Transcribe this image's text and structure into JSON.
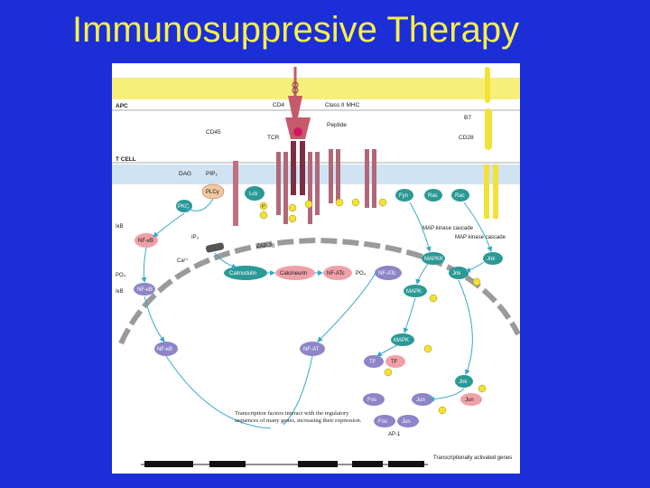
{
  "slide": {
    "title": "Immunosuppresive Therapy"
  },
  "colors": {
    "background": "#1b2ed8",
    "title": "#f6f04a",
    "apc_band": "#f6f07a",
    "membrane_band": "#cfe3f2",
    "teal": "#2a9a96",
    "purple": "#8d85c7",
    "pink": "#f0a0a8",
    "yellow": "#f2e238",
    "receptor": "#c45a6a",
    "arrow": "#39a8c8"
  },
  "diagram": {
    "region_labels": {
      "apc": "APC",
      "tcell": "T CELL"
    },
    "surface_labels": {
      "cd4": "CD4",
      "mhc": "Class II MHC",
      "peptide": "Peptide",
      "cd45": "CD45",
      "tcr": "TCR",
      "b7": "B7",
      "cd28": "CD28",
      "dag": "DAG",
      "pip2": "PIP₂"
    },
    "nodes": {
      "plcy": "PLCγ",
      "lck": "Lck",
      "pkc": "PKC",
      "nfkb_complex": "NF-κB",
      "ikb": "IκB",
      "ikb_po4": "IκB",
      "nfkb_free": "NF-κB",
      "calmodulin": "Calmodulin",
      "calcineurin": "Calcineurin",
      "nfatc": "NF-ATc",
      "nfatc_p": "NF-ATc",
      "pyr": "Fyn",
      "ras": "Ras",
      "rac": "Rac",
      "mapkk": "MAPKK",
      "jnk_k": "Jnk",
      "jnk": "Jnk",
      "mapk": "MAPK",
      "mapk2": "MAPK",
      "nfkb_nuc": "NF-κB",
      "nfat_nuc": "NF-AT",
      "tf1": "TF",
      "tf2": "TF",
      "jnk_nuc": "Jnk",
      "fos1": "Fos",
      "jun1": "Jun",
      "jun2": "Jun",
      "fos2": "Fos",
      "jun3": "Jun"
    },
    "text_labels": {
      "ip3": "IP₃",
      "ca": "Ca²⁺",
      "zap70": "ZAP-70",
      "po4": "PO₄",
      "po4_left": "PO₄",
      "map_kinase_cascade_1": "MAP kinase cascade",
      "map_kinase_cascade_2": "MAP kinase cascade",
      "ap1": "AP-1",
      "p": "P",
      "footnote": "Transcription factors interact with the regulatory sequences of many genes, increasing their expression.",
      "genes": "Transcriptionally activated genes"
    }
  }
}
